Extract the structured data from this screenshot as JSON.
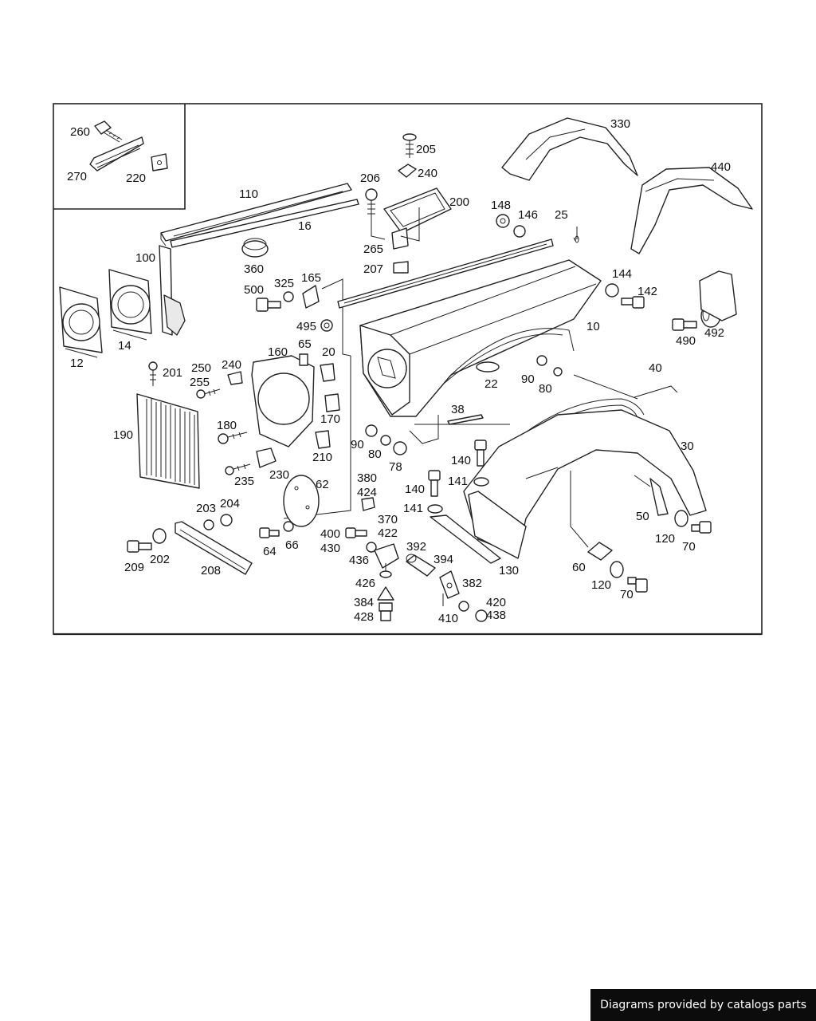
{
  "footer": {
    "credit": "Diagrams provided by catalogs parts"
  },
  "callouts": {
    "c260": "260",
    "c270": "270",
    "c220": "220",
    "c110": "110",
    "c16": "16",
    "c100": "100",
    "c12": "12",
    "c14": "14",
    "c205": "205",
    "c240a": "240",
    "c206": "206",
    "c200": "200",
    "c265": "265",
    "c207": "207",
    "c360": "360",
    "c500": "500",
    "c325": "325",
    "c165": "165",
    "c495": "495",
    "c160": "160",
    "c65": "65",
    "c20": "20",
    "c170": "170",
    "c210": "210",
    "c201": "201",
    "c250": "250",
    "c240b": "240",
    "c255": "255",
    "c190": "190",
    "c180": "180",
    "c235": "235",
    "c230": "230",
    "c62": "62",
    "c64": "64",
    "c66": "66",
    "c203": "203",
    "c204": "204",
    "c209": "209",
    "c202": "202",
    "c208": "208",
    "c330": "330",
    "c440": "440",
    "c148": "148",
    "c146": "146",
    "c25": "25",
    "c144": "144",
    "c142": "142",
    "c10": "10",
    "c490": "490",
    "c492": "492",
    "c22": "22",
    "c90a": "90",
    "c80a": "80",
    "c40": "40",
    "c30": "30",
    "c38": "38",
    "c90b": "90",
    "c80b": "80",
    "c78": "78",
    "c140a": "140",
    "c140b": "140",
    "c141a": "141",
    "c141b": "141",
    "c380": "380",
    "c424": "424",
    "c370": "370",
    "c422": "422",
    "c400": "400",
    "c430": "430",
    "c436": "436",
    "c392": "392",
    "c394": "394",
    "c382": "382",
    "c426": "426",
    "c384": "384",
    "c428": "428",
    "c420": "420",
    "c438": "438",
    "c410": "410",
    "c130": "130",
    "c50": "50",
    "c120a": "120",
    "c70a": "70",
    "c60": "60",
    "c120b": "120",
    "c70b": "70"
  },
  "colors": {
    "line": "#222222",
    "credit_bg": "#0c0c0c",
    "credit_fg": "#ffffff"
  }
}
